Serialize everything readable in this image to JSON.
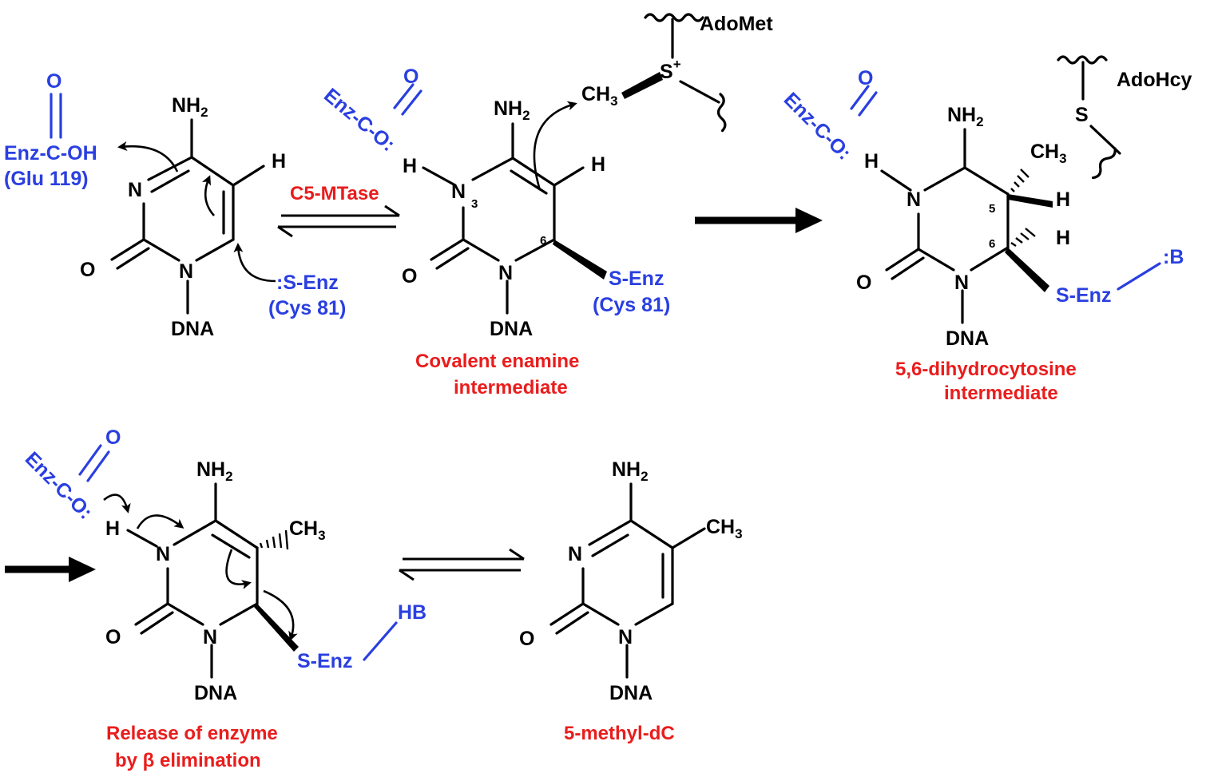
{
  "atoms": {
    "nh2": "NH",
    "nh2_sub": "2",
    "n": "N",
    "n3": "N",
    "o": "O",
    "h": "H",
    "dna": "DNA",
    "ch3": "CH",
    "ch3_sub": "3",
    "s": "S",
    "s_charge": "+",
    "b": ":B",
    "hb": "HB"
  },
  "enzyme": {
    "glu_acid": "Enz-C-OH",
    "glu_label": "(Glu 119)",
    "cys_thiolate": ":S-Enz",
    "cys_label": "(Cys 81)",
    "cys_bound": "S-Enz",
    "enz_c_o": "Enz-C-O:",
    "o_top": "O"
  },
  "cofactors": {
    "adomet": "AdoMet",
    "adohcy": "AdoHcy"
  },
  "position_numbers": {
    "n3": "3",
    "c5": "5",
    "c6": "6"
  },
  "steps": {
    "enzyme_name": "C5-MTase",
    "intermediate_1_line1": "Covalent enamine",
    "intermediate_1_line2": "intermediate",
    "intermediate_2_line1": "5,6-dihydrocytosine",
    "intermediate_2_line2": "intermediate",
    "release_line1": "Release of enzyme",
    "release_line2": "by β elimination",
    "product": "5-methyl-dC"
  },
  "colors": {
    "atom_text": "#000000",
    "enzyme_text": "#2a3fe0",
    "caption_text": "#ea1c1c"
  }
}
